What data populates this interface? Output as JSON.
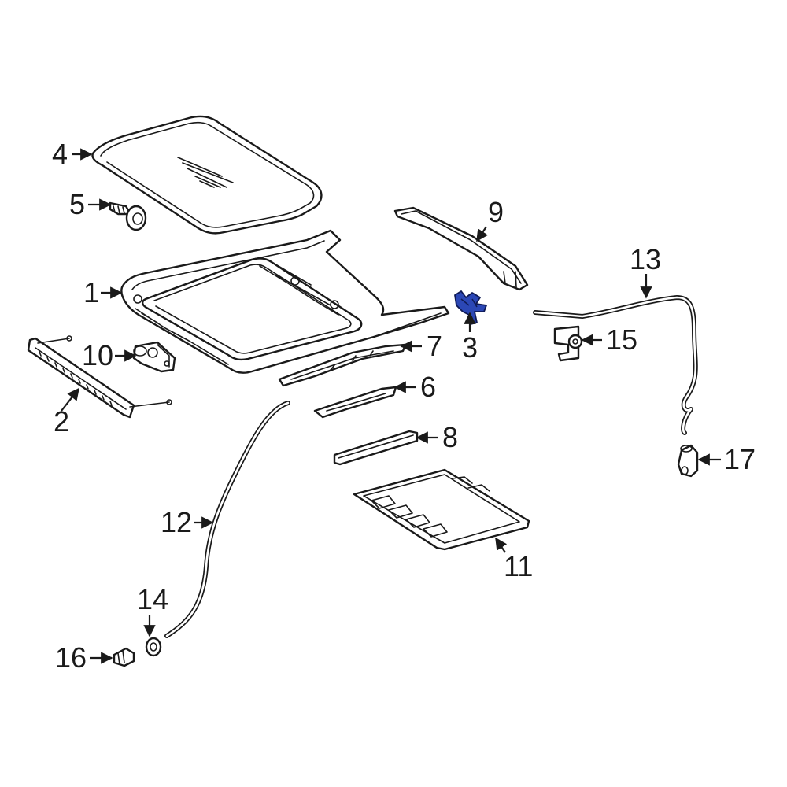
{
  "diagram": {
    "highlight_color": "#2b47b5",
    "line_color": "#1a1a1a",
    "background": "#ffffff",
    "callouts": [
      {
        "id": "1",
        "label": "1"
      },
      {
        "id": "2",
        "label": "2"
      },
      {
        "id": "3",
        "label": "3"
      },
      {
        "id": "4",
        "label": "4"
      },
      {
        "id": "5",
        "label": "5"
      },
      {
        "id": "6",
        "label": "6"
      },
      {
        "id": "7",
        "label": "7"
      },
      {
        "id": "8",
        "label": "8"
      },
      {
        "id": "9",
        "label": "9"
      },
      {
        "id": "10",
        "label": "10"
      },
      {
        "id": "11",
        "label": "11"
      },
      {
        "id": "12",
        "label": "12"
      },
      {
        "id": "13",
        "label": "13"
      },
      {
        "id": "14",
        "label": "14"
      },
      {
        "id": "15",
        "label": "15"
      },
      {
        "id": "16",
        "label": "16"
      },
      {
        "id": "17",
        "label": "17"
      }
    ],
    "highlighted_part": "3"
  }
}
